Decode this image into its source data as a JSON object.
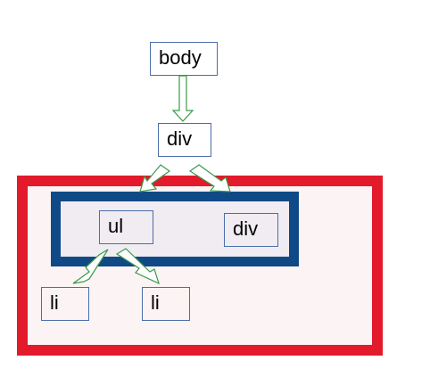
{
  "nodes": {
    "body": "body",
    "div_top": "div",
    "ul": "ul",
    "div_inner": "div",
    "li_left": "li",
    "li_right": "li"
  },
  "colors": {
    "red_border": "#e21a2b",
    "red_fill": "#fcf3f4",
    "blue_border": "#0f4a87",
    "blue_fill": "#f0ecf1",
    "node_border": "#4a6ea8",
    "arrow": "#3a9a4a"
  }
}
